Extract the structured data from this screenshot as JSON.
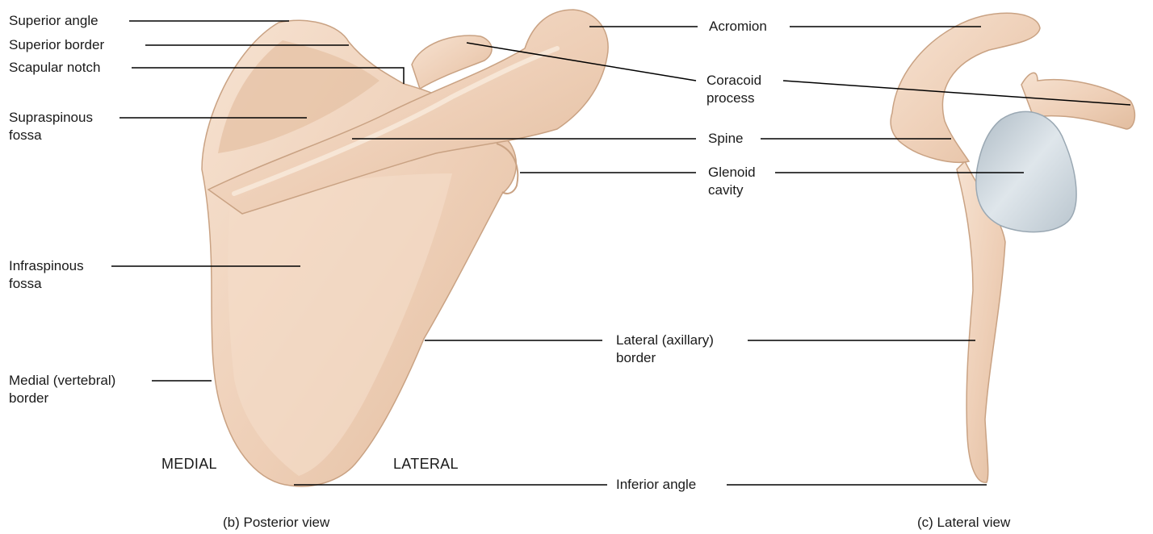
{
  "labels": {
    "superior_angle": "Superior angle",
    "superior_border": "Superior border",
    "scapular_notch": "Scapular notch",
    "supraspinous_fossa": [
      "Supraspinous",
      "fossa"
    ],
    "infraspinous_fossa": [
      "Infraspinous",
      "fossa"
    ],
    "medial_border": [
      "Medial (vertebral)",
      "border"
    ],
    "acromion": "Acromion",
    "coracoid_process": [
      "Coracoid",
      "process"
    ],
    "spine": "Spine",
    "glenoid_cavity": [
      "Glenoid",
      "cavity"
    ],
    "lateral_border": [
      "Lateral (axillary)",
      "border"
    ],
    "inferior_angle": "Inferior angle"
  },
  "orientation": {
    "medial": "MEDIAL",
    "lateral": "LATERAL"
  },
  "captions": {
    "posterior": "(b) Posterior view",
    "lateral": "(c) Lateral view"
  },
  "colors": {
    "bone": "#efd3bd",
    "bone_shadow": "#d8b497",
    "bone_highlight": "#f8e6d6",
    "cartilage": "#c9d3da",
    "leader_line": "#000000"
  }
}
